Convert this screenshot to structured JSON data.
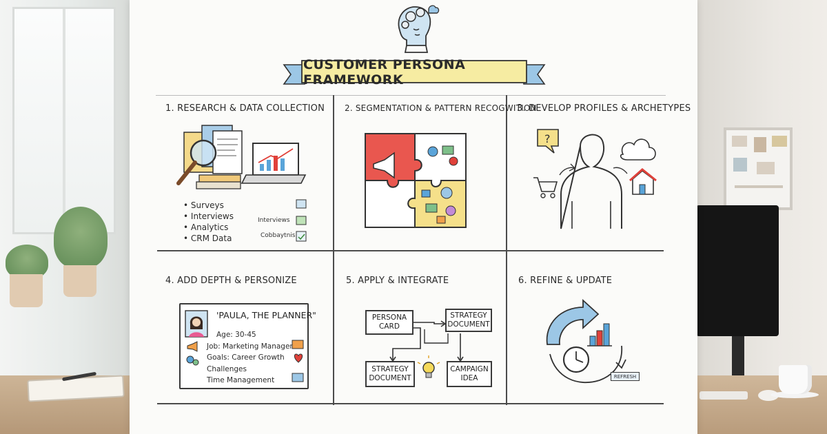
{
  "title": "CUSTOMER PERSONA FRAMEWORK",
  "colors": {
    "banner_yellow": "#f6eca2",
    "ribbon_blue": "#9cc7e6",
    "accent_red": "#e0413a",
    "accent_blue": "#5aa4d9",
    "ink": "#2c2c2c"
  },
  "steps": [
    {
      "title": "1. RESEARCH & DATA COLLECTION",
      "bullets": [
        "Surveys",
        "Interviews",
        "Analytics",
        "CRM Data"
      ],
      "side_labels": [
        "Interviews",
        "Cobbaytnis"
      ]
    },
    {
      "title": "2. SEGMENTATION & PATTERN RECOGWITION"
    },
    {
      "title": "3. DEVELOP PROFILES & ARCHETYPES"
    },
    {
      "title": "4. ADD DEPTH & PERSONIZE",
      "persona": {
        "name": "'PAULA, THE PLANNER\"",
        "age": "Age: 30-45",
        "job": "Job: Marketing Manager",
        "goals": "Goals: Career Growth",
        "challenges": "Challenges",
        "time": "Time Management"
      }
    },
    {
      "title": "5. APPLY & INTEGRATE",
      "boxes": {
        "persona_card": "PERSONA\nCARD",
        "strategy_top": "STRATEGY\nDOCUMENT",
        "strategy_bottom": "STRATEGY\nDOCUMENT",
        "campaign": "CAMPAIGN\nIDEA"
      }
    },
    {
      "title": "6. REFINE & UPDATE",
      "tag": "REFRESH"
    }
  ],
  "icons": {
    "header": "brain-head-gears-icon",
    "step1": [
      "magnifier-icon",
      "documents-icon",
      "laptop-chart-icon",
      "survey-icon",
      "chat-icon",
      "checklist-icon"
    ],
    "step2": [
      "puzzle-icon",
      "megaphone-icon"
    ],
    "step3": [
      "person-silhouette-icon",
      "question-bubble-icon",
      "cloud-icon",
      "shopping-cart-icon",
      "house-icon"
    ],
    "step4": [
      "avatar-icon",
      "megaphone-icon",
      "heart-icon",
      "gears-icon"
    ],
    "step5": [
      "lightbulb-icon"
    ],
    "step6": [
      "cycle-arrow-icon",
      "bar-chart-icon",
      "clock-icon"
    ]
  }
}
